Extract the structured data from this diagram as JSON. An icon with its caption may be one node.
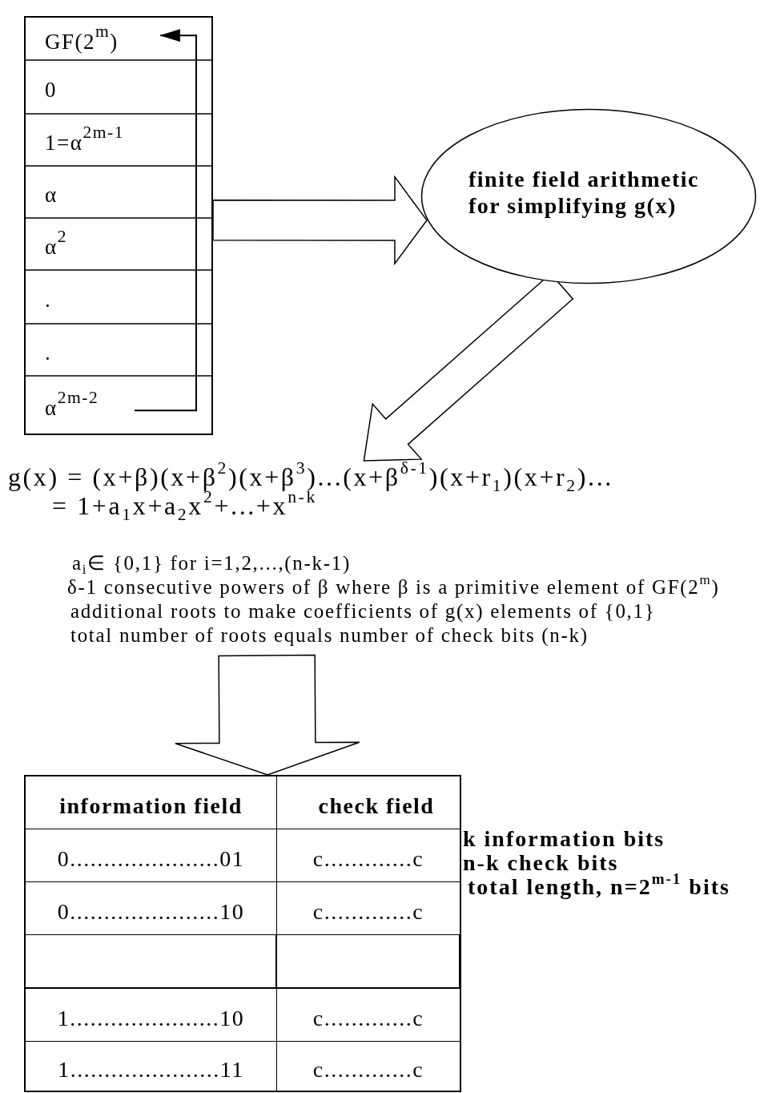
{
  "diagram": {
    "nodes": [
      {
        "text": [],
        "shape": "box"
      },
      {
        "text": [
          "GF(2$^{m}$)"
        ],
        "in": 0
      },
      {
        "text": [
          "0"
        ],
        "in": 0
      },
      {
        "text": [
          "1=α$^{2m-1}$"
        ],
        "in": 0
      },
      {
        "text": [
          "α"
        ],
        "in": 0
      },
      {
        "text": [
          "α$^{2}$"
        ],
        "in": 0
      },
      {
        "text": [
          "."
        ],
        "in": 0
      },
      {
        "text": [
          "."
        ],
        "in": 0
      },
      {
        "text": [
          "α$^{2m-2}$"
        ],
        "in": 0
      },
      {
        "text": [
          "finite field arithmetic for simplifying g(x)"
        ]
      },
      {
        "text": [
          "g(x) = (x+β)(x+β$^{2}$)(x+β$^{3}$)...(x+β$^{δ-1}$)(x+r$_{1}$)(x+r$_{2}$)...",
          "= 1+a$_{1}$x+a$_{2}$x$^{2}$+...+x$^{n-k}$"
        ]
      },
      {
        "text": [
          "a$_{i}$∈ {0,1} for i=1,2,...,(n-k-1)",
          "δ-1 consecutive powers of β where β is a primitive element of GF(2$^{m}$)",
          "additional roots to make coefficients of g(x) elements of {0,1}",
          "total number of roots equals number of check bits (n-k)"
        ]
      },
      {
        "text": [],
        "shape": "box"
      },
      {
        "text": [
          "information field"
        ],
        "in": 12
      },
      {
        "text": [
          "check field"
        ],
        "in": 12
      },
      {
        "text": [
          "0......................01"
        ],
        "in": 12
      },
      {
        "text": [
          "c.............c"
        ],
        "in": 12
      },
      {
        "text": [
          "0......................10"
        ],
        "in": 12
      },
      {
        "text": [
          "c.............c"
        ],
        "in": 12
      },
      {
        "text": [],
        "shape": "box",
        "in": 12
      },
      {
        "text": [],
        "shape": "box",
        "in": 12
      },
      {
        "text": [
          "1......................10"
        ],
        "in": 12
      },
      {
        "text": [
          "c.............c"
        ],
        "in": 12
      },
      {
        "text": [
          "1......................11"
        ],
        "in": 12
      },
      {
        "text": [
          "c.............c"
        ],
        "in": 12
      }
    ],
    "edges": [
      {
        "from": 0,
        "to": 9,
        "arrow": "to",
        "style": "thick"
      },
      {
        "from": 9,
        "to": 10,
        "arrow": "to",
        "style": "thick"
      },
      {
        "from": 11,
        "to": 12,
        "arrow": "to",
        "style": "thick"
      },
      {
        "from": 8,
        "to": 1,
        "arrow": "to"
      }
    ],
    "labels": [
      "k information bits",
      "n-k check bits",
      "total length, n=2$^{m-1}$ bits"
    ]
  }
}
